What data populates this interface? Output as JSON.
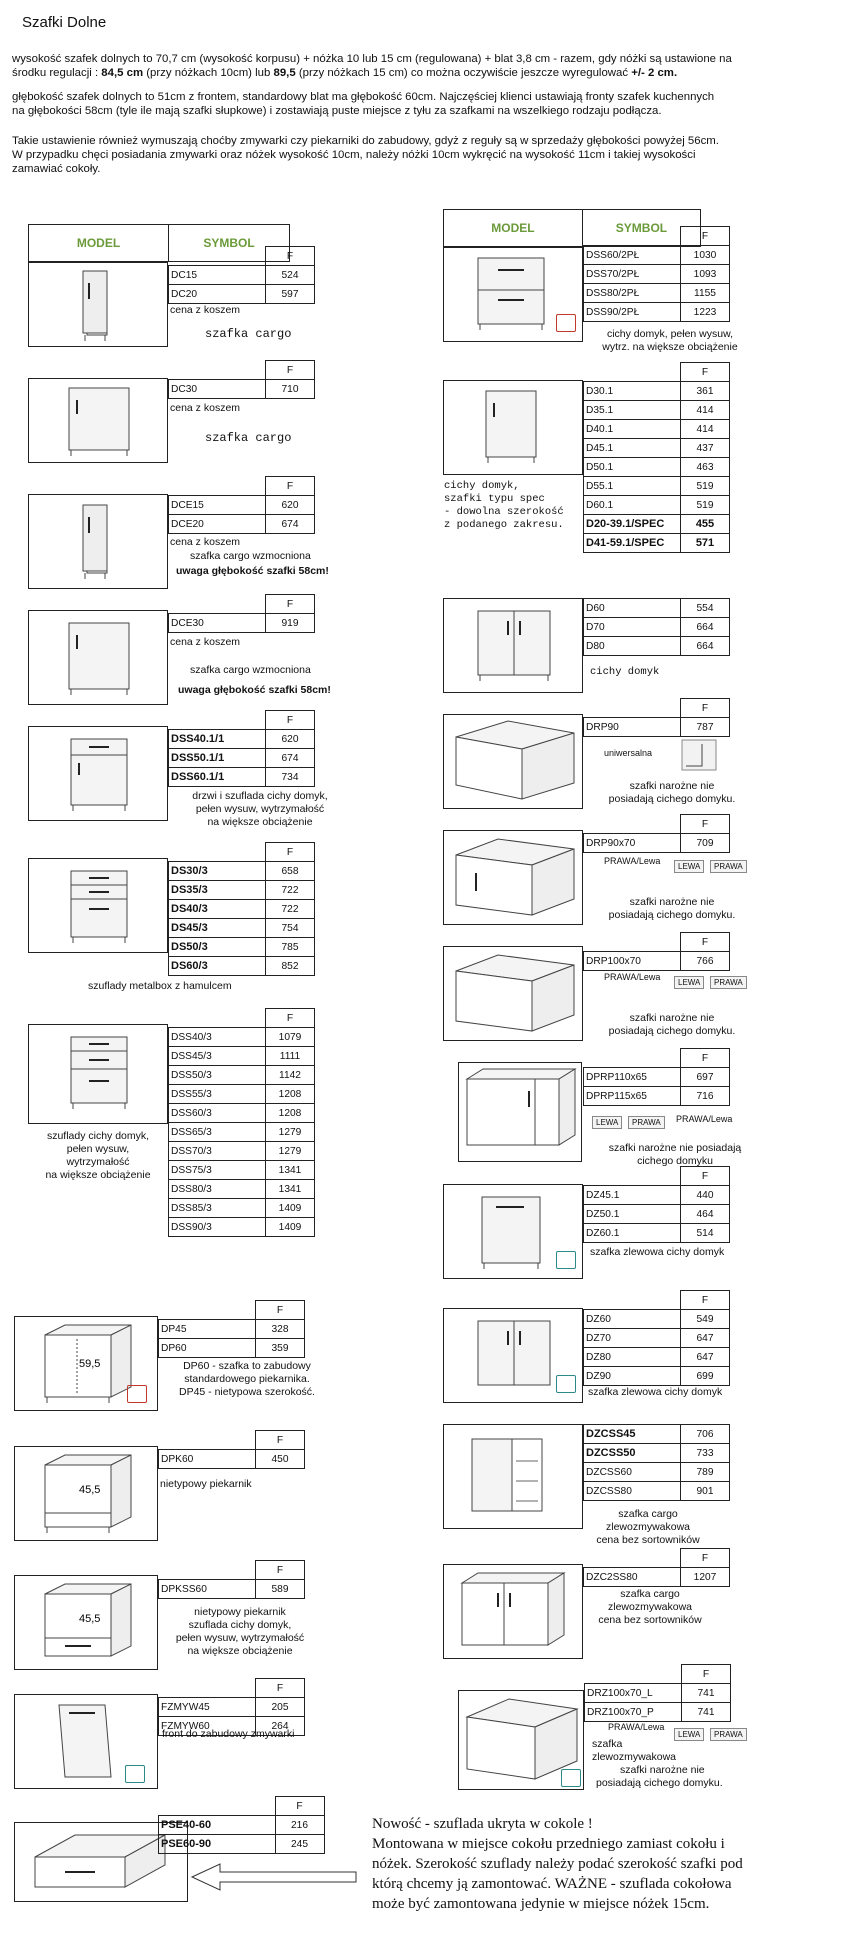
{
  "header": {
    "title": "Szafki Dolne",
    "intro_1": "wysokość szafek dolnych to 70,7 cm (wysokość korpusu) + nóżka 10 lub 15 cm (regulowana) + blat 3,8 cm - razem, gdy nóżki są ustawione na",
    "intro_2a": "środku regulacji : ",
    "intro_2b": "84,5 cm",
    "intro_2c": " (przy nóżkach 10cm) lub ",
    "intro_2d": "89,5",
    "intro_2e": " (przy nóżkach 15 cm) co można oczywiście jeszcze wyregulować ",
    "intro_2f": "+/- 2 cm.",
    "intro_3": "głębokość szafek dolnych to 51cm z frontem, standardowy blat ma głębokość 60cm. Najczęściej klienci ustawiają fronty szafek kuchennych",
    "intro_4": "na głębokości 58cm (tyle ile mają szafki słupkowe) i zostawiają puste miejsce z tyłu za szafkami na wszelkiego rodzaju podłącza.",
    "intro_5": "Takie ustawienie również wymuszają choćby zmywarki czy piekarniki do zabudowy, gdyż z reguły są w sprzedaży głębokości powyżej 56cm.",
    "intro_6": "W przypadku chęci posiadania zmywarki oraz nóżek wysokość 10cm, należy nóżki 10cm wykręcić na wysokość 11cm i takiej wysokości",
    "intro_7": "zamawiać cokoły."
  },
  "table_head": {
    "model": "MODEL",
    "symbol": "SYMBOL",
    "f": "F"
  },
  "left": {
    "dc": {
      "rows": [
        [
          "DC15",
          "524"
        ],
        [
          "DC20",
          "597"
        ]
      ],
      "note1": "cena z koszem",
      "note2": "szafka cargo"
    },
    "dc30": {
      "rows": [
        [
          "DC30",
          "710"
        ]
      ],
      "note1": "cena z koszem",
      "note2": "szafka cargo"
    },
    "dce": {
      "rows": [
        [
          "DCE15",
          "620"
        ],
        [
          "DCE20",
          "674"
        ]
      ],
      "note1": "cena z koszem",
      "note2": "szafka cargo wzmocniona",
      "note3": "uwaga głębokość szafki 58cm!"
    },
    "dce30": {
      "rows": [
        [
          "DCE30",
          "919"
        ]
      ],
      "note1": "cena z koszem",
      "note2": "szafka cargo wzmocniona",
      "note3": "uwaga głębokość szafki 58cm!"
    },
    "dss": {
      "rows": [
        [
          "DSS40.1/1",
          "620"
        ],
        [
          "DSS50.1/1",
          "674"
        ],
        [
          "DSS60.1/1",
          "734"
        ]
      ],
      "note1": "drzwi i szuflada cichy domyk,",
      "note2": "pełen wysuw, wytrzymałość",
      "note3": "na większe obciążenie"
    },
    "ds": {
      "rows": [
        [
          "DS30/3",
          "658"
        ],
        [
          "DS35/3",
          "722"
        ],
        [
          "DS40/3",
          "722"
        ],
        [
          "DS45/3",
          "754"
        ],
        [
          "DS50/3",
          "785"
        ],
        [
          "DS60/3",
          "852"
        ]
      ],
      "note1": "szuflady metalbox z hamulcem"
    },
    "dss3": {
      "rows": [
        [
          "DSS40/3",
          "1079"
        ],
        [
          "DSS45/3",
          "1111"
        ],
        [
          "DSS50/3",
          "1142"
        ],
        [
          "DSS55/3",
          "1208"
        ],
        [
          "DSS60/3",
          "1208"
        ],
        [
          "DSS65/3",
          "1279"
        ],
        [
          "DSS70/3",
          "1279"
        ],
        [
          "DSS75/3",
          "1341"
        ],
        [
          "DSS80/3",
          "1341"
        ],
        [
          "DSS85/3",
          "1409"
        ],
        [
          "DSS90/3",
          "1409"
        ]
      ],
      "note1": "szuflady cichy domyk,",
      "note2": "pełen wysuw,",
      "note3": "wytrzymałość",
      "note4": "na większe obciążenie"
    },
    "dp": {
      "rows": [
        [
          "DP45",
          "328"
        ],
        [
          "DP60",
          "359"
        ]
      ],
      "dim": "59,5",
      "note1": "DP60 - szafka to zabudowy",
      "note2": "standardowego piekarnika.",
      "note3": "DP45 - nietypowa szerokość."
    },
    "dpk": {
      "rows": [
        [
          "DPK60",
          "450"
        ]
      ],
      "dim": "45,5",
      "note1": "nietypowy piekarnik"
    },
    "dpkss": {
      "rows": [
        [
          "DPKSS60",
          "589"
        ]
      ],
      "dim": "45,5",
      "note1": "nietypowy piekarnik",
      "note2": "szuflada cichy domyk,",
      "note3": "pełen wysuw, wytrzymałość",
      "note4": "na większe obciążenie"
    },
    "fz": {
      "rows": [
        [
          "FZMYW45",
          "205"
        ],
        [
          "FZMYW60",
          "264"
        ]
      ],
      "note1": "front do zabudowy zmywarki"
    },
    "pse": {
      "rows": [
        [
          "PSE40-60",
          "216"
        ],
        [
          "PSE60-90",
          "245"
        ]
      ]
    }
  },
  "right": {
    "dss2": {
      "rows": [
        [
          "DSS60/2PŁ",
          "1030"
        ],
        [
          "DSS70/2PŁ",
          "1093"
        ],
        [
          "DSS80/2PŁ",
          "1155"
        ],
        [
          "DSS90/2PŁ",
          "1223"
        ]
      ],
      "note1": "cichy domyk, pełen wysuw,",
      "note2": "wytrz. na większe obciążenie"
    },
    "d": {
      "rows": [
        [
          "D30.1",
          "361"
        ],
        [
          "D35.1",
          "414"
        ],
        [
          "D40.1",
          "414"
        ],
        [
          "D45.1",
          "437"
        ],
        [
          "D50.1",
          "463"
        ],
        [
          "D55.1",
          "519"
        ],
        [
          "D60.1",
          "519"
        ],
        [
          "D20-39.1/SPEC",
          "455"
        ],
        [
          "D41-59.1/SPEC",
          "571"
        ]
      ],
      "note1": "cichy domyk,",
      "note2": "szafki typu spec",
      "note3": "- dowolna szerokość",
      "note4": "z podanego zakresu."
    },
    "d60": {
      "rows": [
        [
          "D60",
          "554"
        ],
        [
          "D70",
          "664"
        ],
        [
          "D80",
          "664"
        ]
      ],
      "note1": "cichy domyk"
    },
    "drp90": {
      "rows": [
        [
          "DRP90",
          "787"
        ]
      ],
      "lbl": "uniwersalna",
      "note1": "szafki narożne nie",
      "note2": "posiadają cichego domyku."
    },
    "drp9070": {
      "rows": [
        [
          "DRP90x70",
          "709"
        ]
      ],
      "lbl": "PRAWA/Lewa",
      "m1": "LEWA",
      "m2": "PRAWA",
      "note1": "szafki narożne nie",
      "note2": "posiadają cichego domyku."
    },
    "drp10070": {
      "rows": [
        [
          "DRP100x70",
          "766"
        ]
      ],
      "lbl": "PRAWA/Lewa",
      "m1": "LEWA",
      "m2": "PRAWA",
      "note1": "szafki narożne nie",
      "note2": "posiadają cichego domyku."
    },
    "drprp": {
      "rows": [
        [
          "DPRP110x65",
          "697"
        ],
        [
          "DPRP115x65",
          "716"
        ]
      ],
      "lbl": "PRAWA/Lewa",
      "m1": "LEWA",
      "m2": "PRAWA",
      "note1": "szafki narożne nie posiadają",
      "note2": "cichego domyku"
    },
    "dz": {
      "rows": [
        [
          "DZ45.1",
          "440"
        ],
        [
          "DZ50.1",
          "464"
        ],
        [
          "DZ60.1",
          "514"
        ]
      ],
      "note1": "szafka zlewowa cichy domyk"
    },
    "dz60": {
      "rows": [
        [
          "DZ60",
          "549"
        ],
        [
          "DZ70",
          "647"
        ],
        [
          "DZ80",
          "647"
        ],
        [
          "DZ90",
          "699"
        ]
      ],
      "note1": "szafka zlewowa cichy domyk"
    },
    "dzcss": {
      "rows": [
        [
          "DZCSS45",
          "706"
        ],
        [
          "DZCSS50",
          "733"
        ],
        [
          "DZCSS60",
          "789"
        ],
        [
          "DZCSS80",
          "901"
        ]
      ],
      "note1": "szafka cargo",
      "note2": "zlewozmywakowa",
      "note3": "cena bez sortowników"
    },
    "dzc": {
      "rows": [
        [
          "DZC2SS80",
          "1207"
        ]
      ],
      "note1": "szafka cargo",
      "note2": "zlewozmywakowa",
      "note3": "cena bez sortowników"
    },
    "drz": {
      "rows": [
        [
          "DRZ100x70_L",
          "741"
        ],
        [
          "DRZ100x70_P",
          "741"
        ]
      ],
      "lbl": "PRAWA/Lewa",
      "m1": "LEWA",
      "m2": "PRAWA",
      "note1": "szafka",
      "note2": "zlewozmywakowa",
      "note3": "szafki narożne nie",
      "note4": "posiadają cichego domyku."
    }
  },
  "nowosc": {
    "l1": "Nowość - szuflada ukryta w cokole !",
    "l2": "Montowana w miejsce cokołu przedniego zamiast cokołu i",
    "l3": "nóżek. Szerokość szuflady należy podać szerokość szafki pod",
    "l4": "którą chcemy ją zamontować. WAŻNE - szuflada cokołowa",
    "l5": "może być zamontowana jedynie w miejsce nóżek 15cm."
  }
}
